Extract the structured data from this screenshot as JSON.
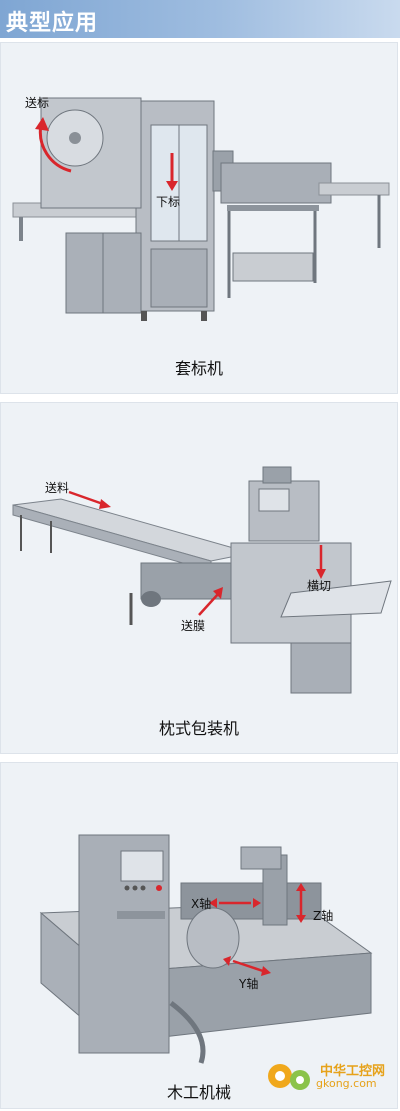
{
  "header": {
    "title": "典型应用"
  },
  "panels": [
    {
      "caption": "套标机",
      "labels": {
        "feed_label": "送标",
        "down_label": "下标"
      }
    },
    {
      "caption": "枕式包装机",
      "labels": {
        "material_label": "送料",
        "film_label": "送膜",
        "cut_label": "横切"
      }
    },
    {
      "caption": "木工机械",
      "labels": {
        "x_label": "X轴",
        "y_label": "Y轴",
        "z_label": "Z轴"
      }
    }
  ],
  "watermark": {
    "brand": "中华工控网",
    "url": "gkong.com"
  },
  "colors": {
    "header_start": "#7fa6d3",
    "header_end": "#c9daee",
    "arrow": "#d9262c",
    "panel_bg": "#eef2f6"
  }
}
